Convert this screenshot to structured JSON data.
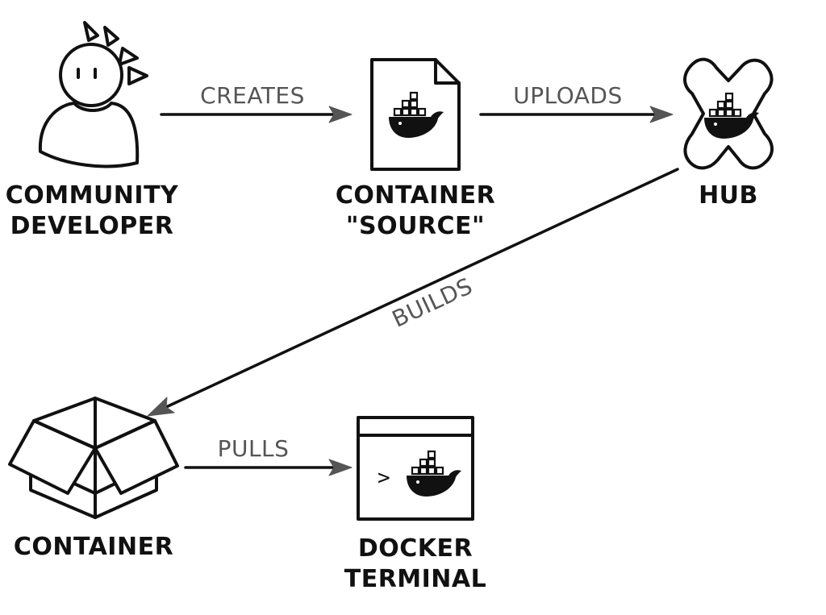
{
  "nodes": {
    "developer": {
      "label_line1": "COMMUNITY",
      "label_line2": "DEVELOPER"
    },
    "source": {
      "label_line1": "CONTAINER",
      "label_line2": "\"SOURCE\""
    },
    "hub": {
      "label_line1": "HUB"
    },
    "container": {
      "label_line1": "CONTAINER"
    },
    "terminal": {
      "label_line1": "DOCKER",
      "label_line2": "TERMINAL",
      "prompt": ">"
    }
  },
  "edges": {
    "creates": {
      "label": "CREATES"
    },
    "uploads": {
      "label": "UPLOADS"
    },
    "builds": {
      "label": "BUILDS"
    },
    "pulls": {
      "label": "PULLS"
    }
  },
  "colors": {
    "ink": "#111111",
    "edge_label": "#555555",
    "background": "#ffffff"
  },
  "icons": [
    "person-icon",
    "document-icon",
    "hub-x-icon",
    "open-box-icon",
    "terminal-window-icon",
    "docker-whale-icon"
  ]
}
